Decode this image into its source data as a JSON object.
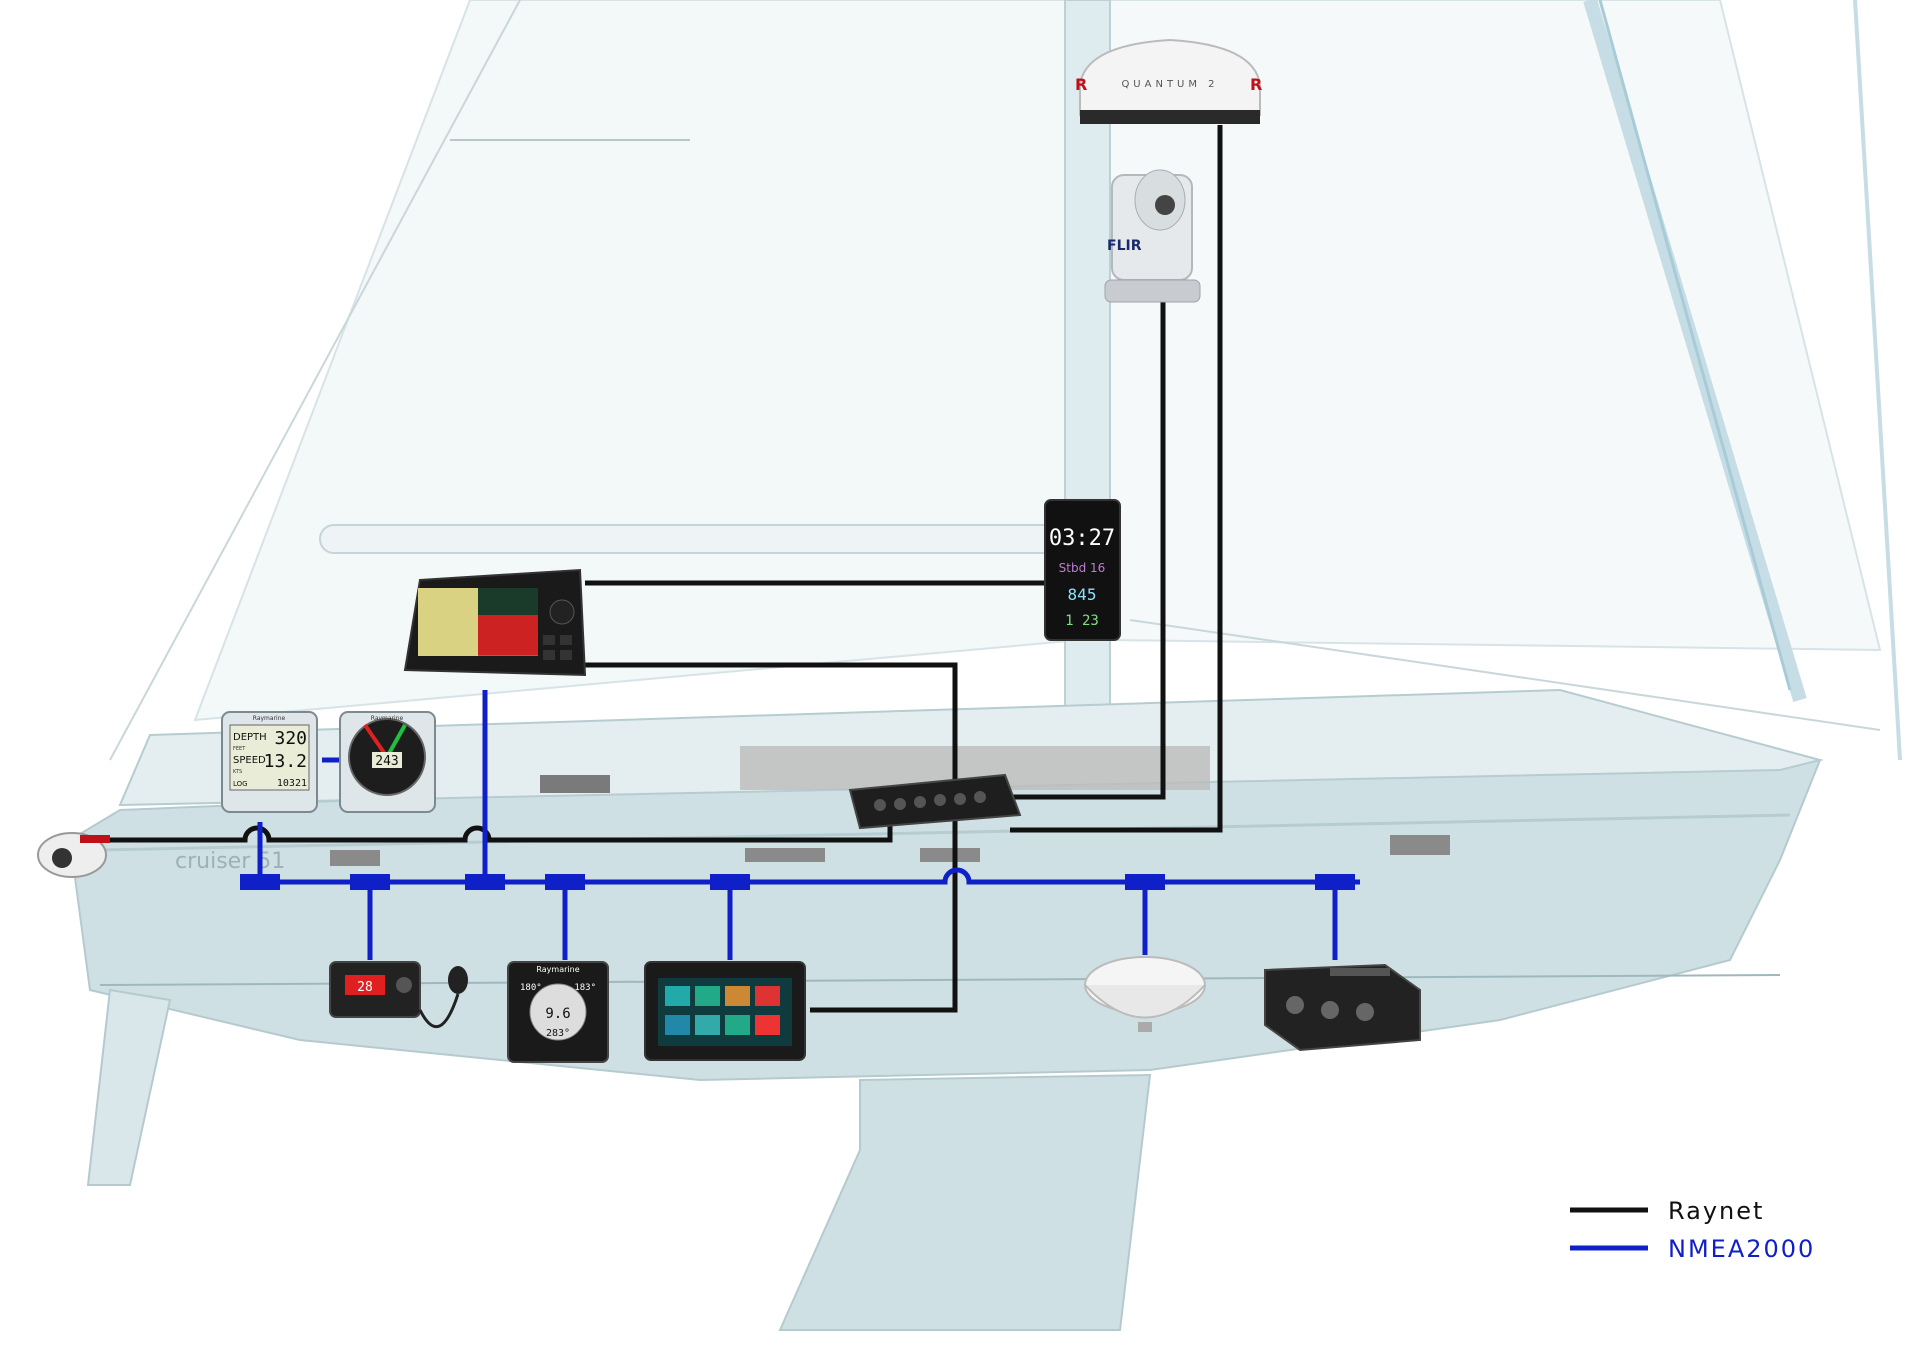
{
  "legend": {
    "raynet_label": "Raynet",
    "nmea_label": "NMEA2000"
  },
  "colors": {
    "raynet": "#111111",
    "nmea": "#1020c8",
    "hull": "#cfe0e4",
    "sail": "#f2f7f8",
    "background": "#ffffff"
  },
  "devices": {
    "radar": {
      "brand_left": "R",
      "model": "QUANTUM 2",
      "brand_right": "R"
    },
    "thermal_camera": {
      "brand": "FLIR"
    },
    "cockpit_display": {
      "time": "03:27",
      "heading": "Stbd 16",
      "value2": "845",
      "value3": "1 23"
    },
    "chartplotter": {
      "icon": "axiom-chartplotter-icon"
    },
    "instrument_depth": {
      "brand": "Raymarine",
      "depth_label": "DEPTH",
      "depth_value": "320",
      "feet_label": "FEET",
      "speed_label": "SPEED",
      "speed_value": "13.2",
      "kts_label": "KTS",
      "log_label": "LOG",
      "log_value": "10321"
    },
    "instrument_wind": {
      "brand": "Raymarine",
      "value": "243"
    },
    "vhf_radio": {
      "display": "28"
    },
    "multifunction_instrument": {
      "brand": "Raymarine",
      "top_left": "180°",
      "top_right": "183°",
      "center": "9.6",
      "bottom": "283°"
    },
    "hull_label": "cruiser 51"
  }
}
